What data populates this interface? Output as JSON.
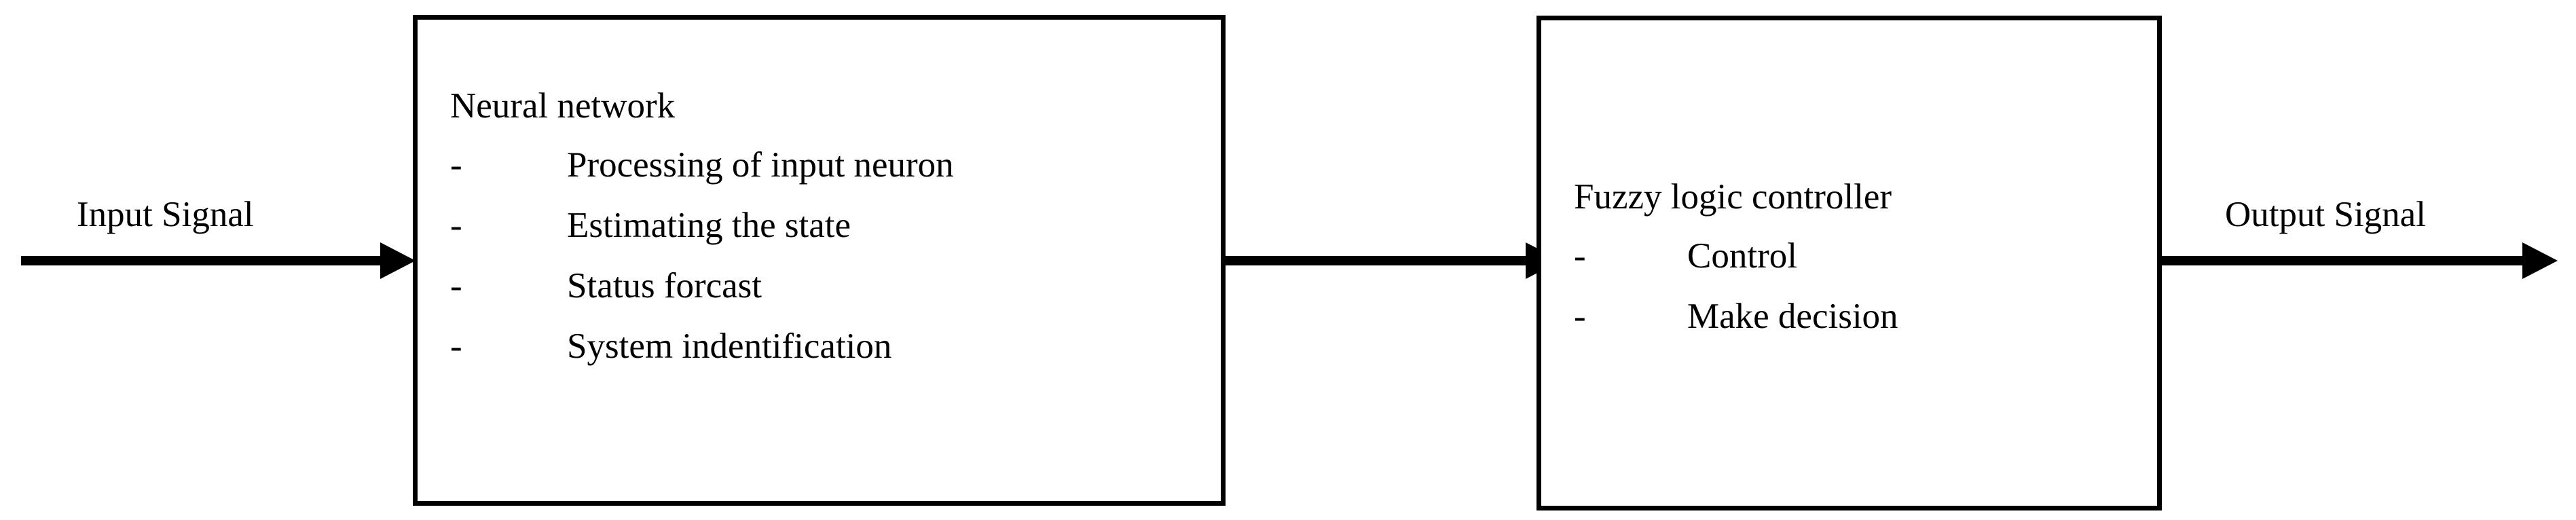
{
  "diagram": {
    "title": "Neural network and fuzzy logic controller signal flow",
    "background_color": "#ffffff",
    "line_color": "#000000"
  },
  "labels": {
    "input_signal": "Input Signal",
    "output_signal": "Output Signal"
  },
  "blocks": [
    {
      "id": "neural-network",
      "heading": "Neural network",
      "bullet_marker": "-",
      "items": [
        "Processing of input neuron",
        "Estimating the state",
        "Status forcast",
        "System indentification"
      ]
    },
    {
      "id": "fuzzy-logic-controller",
      "heading": "Fuzzy logic controller",
      "bullet_marker": "-",
      "items": [
        "Control",
        "Make decision"
      ]
    }
  ],
  "arrows": [
    {
      "id": "input-arrow",
      "from": "input-signal",
      "to": "neural-network"
    },
    {
      "id": "middle-arrow",
      "from": "neural-network",
      "to": "fuzzy-logic-controller"
    },
    {
      "id": "output-arrow",
      "from": "fuzzy-logic-controller",
      "to": "output-signal"
    }
  ]
}
